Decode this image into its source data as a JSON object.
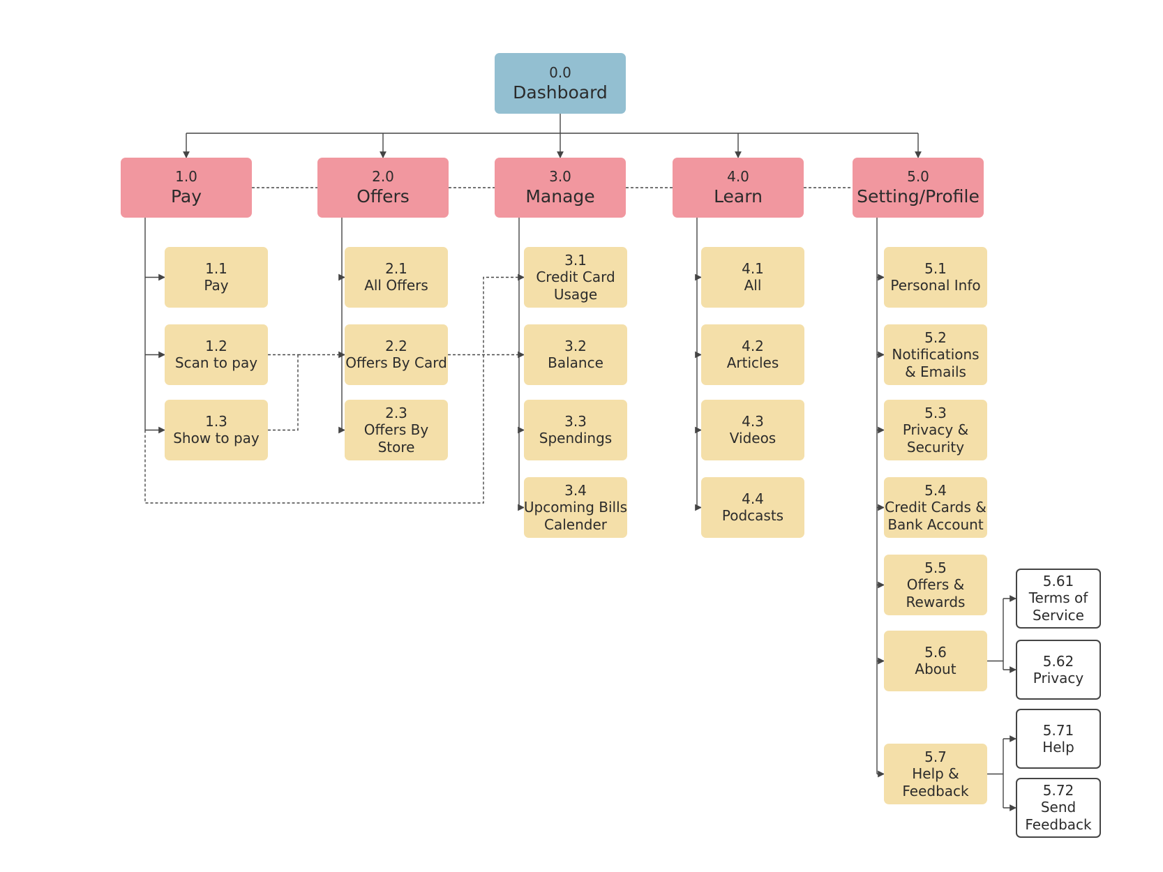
{
  "colors": {
    "root_fill": "#93bfd1",
    "section_fill": "#f1979f",
    "page_fill": "#f4dfa9",
    "subpage_fill": "#ffffff",
    "line": "#444444"
  },
  "root": {
    "code": "0.0",
    "label": "Dashboard"
  },
  "sections": [
    {
      "code": "1.0",
      "label": "Pay",
      "items": [
        {
          "code": "1.1",
          "label": "Pay"
        },
        {
          "code": "1.2",
          "label": "Scan to pay"
        },
        {
          "code": "1.3",
          "label": "Show to pay"
        }
      ]
    },
    {
      "code": "2.0",
      "label": "Offers",
      "items": [
        {
          "code": "2.1",
          "label": "All Offers"
        },
        {
          "code": "2.2",
          "label": "Offers By Card"
        },
        {
          "code": "2.3",
          "label": "Offers By Store"
        }
      ]
    },
    {
      "code": "3.0",
      "label": "Manage",
      "items": [
        {
          "code": "3.1",
          "label": "Credit Card Usage"
        },
        {
          "code": "3.2",
          "label": "Balance"
        },
        {
          "code": "3.3",
          "label": "Spendings"
        },
        {
          "code": "3.4",
          "label": "Upcoming Bills Calender"
        }
      ]
    },
    {
      "code": "4.0",
      "label": "Learn",
      "items": [
        {
          "code": "4.1",
          "label": "All"
        },
        {
          "code": "4.2",
          "label": "Articles"
        },
        {
          "code": "4.3",
          "label": "Videos"
        },
        {
          "code": "4.4",
          "label": "Podcasts"
        }
      ]
    },
    {
      "code": "5.0",
      "label": "Setting/Profile",
      "items": [
        {
          "code": "5.1",
          "label": "Personal Info"
        },
        {
          "code": "5.2",
          "label": "Notifications & Emails"
        },
        {
          "code": "5.3",
          "label": "Privacy & Security"
        },
        {
          "code": "5.4",
          "label": "Credit Cards & Bank Account"
        },
        {
          "code": "5.5",
          "label": "Offers & Rewards"
        },
        {
          "code": "5.6",
          "label": "About",
          "children": [
            {
              "code": "5.61",
              "label": "Terms of Service"
            },
            {
              "code": "5.62",
              "label": "Privacy"
            }
          ]
        },
        {
          "code": "5.7",
          "label": "Help & Feedback",
          "children": [
            {
              "code": "5.71",
              "label": "Help"
            },
            {
              "code": "5.72",
              "label": "Send Feedback"
            }
          ]
        }
      ]
    }
  ]
}
